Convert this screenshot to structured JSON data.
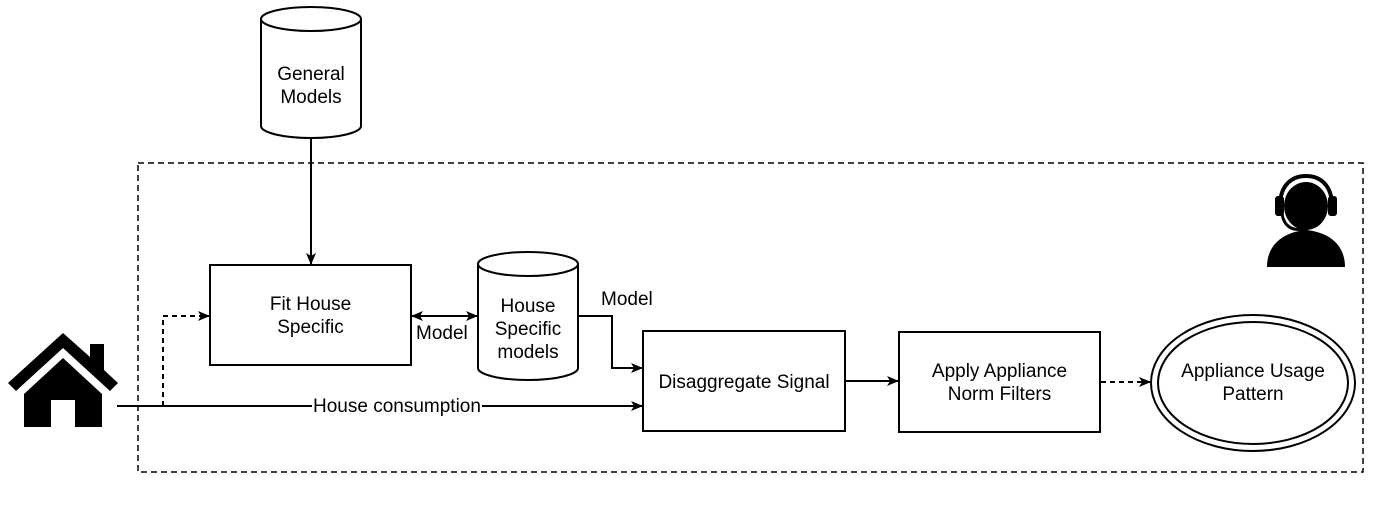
{
  "nodes": {
    "general_models": "General\nModels",
    "fit_house_specific": "Fit House\nSpecific",
    "house_specific_models": "House\nSpecific\nmodels",
    "disaggregate_signal": "Disaggregate Signal",
    "apply_filters": "Apply Appliance\nNorm   Filters",
    "usage_pattern": "Appliance Usage\nPattern"
  },
  "edges": {
    "model_bidirectional": "Model",
    "model_to_disaggregate": "Model",
    "house_consumption": "House consumption"
  },
  "icons": {
    "house": "house-icon",
    "operator": "headset-operator-icon"
  },
  "colors": {
    "stroke": "#000000",
    "fill": "#ffffff"
  }
}
